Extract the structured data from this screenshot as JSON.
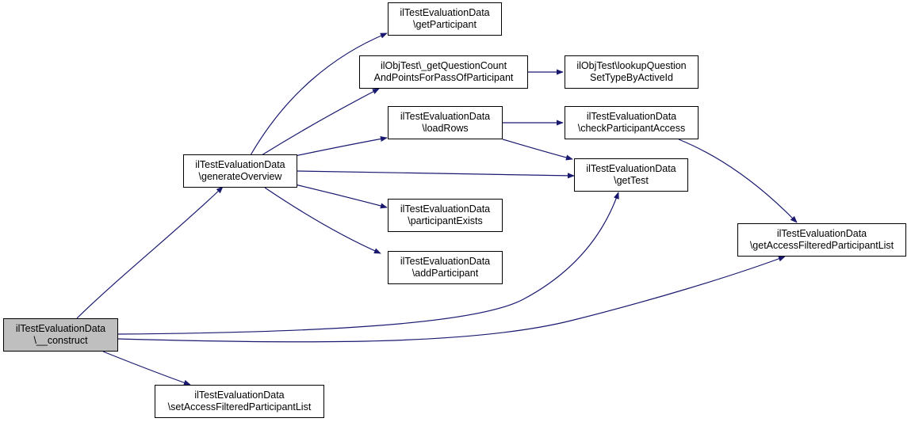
{
  "colors": {
    "edge": "#191970",
    "root_fill": "#bfbfbf",
    "node_fill": "#ffffff",
    "border": "#000000"
  },
  "nodes": {
    "construct": {
      "line1": "ilTestEvaluationData",
      "line2": "\\__construct"
    },
    "generateOverview": {
      "line1": "ilTestEvaluationData",
      "line2": "\\generateOverview"
    },
    "getParticipant": {
      "line1": "ilTestEvaluationData",
      "line2": "\\getParticipant"
    },
    "getQuestionCount": {
      "line1": "ilObjTest\\_getQuestionCount",
      "line2": "AndPointsForPassOfParticipant"
    },
    "lookupQuestion": {
      "line1": "ilObjTest\\lookupQuestion",
      "line2": "SetTypeByActiveId"
    },
    "loadRows": {
      "line1": "ilTestEvaluationData",
      "line2": "\\loadRows"
    },
    "checkParticipantAccess": {
      "line1": "ilTestEvaluationData",
      "line2": "\\checkParticipantAccess"
    },
    "getTest": {
      "line1": "ilTestEvaluationData",
      "line2": "\\getTest"
    },
    "getAccessFiltered": {
      "line1": "ilTestEvaluationData",
      "line2": "\\getAccessFilteredParticipantList"
    },
    "participantExists": {
      "line1": "ilTestEvaluationData",
      "line2": "\\participantExists"
    },
    "addParticipant": {
      "line1": "ilTestEvaluationData",
      "line2": "\\addParticipant"
    },
    "setAccessFiltered": {
      "line1": "ilTestEvaluationData",
      "line2": "\\setAccessFilteredParticipantList"
    }
  }
}
